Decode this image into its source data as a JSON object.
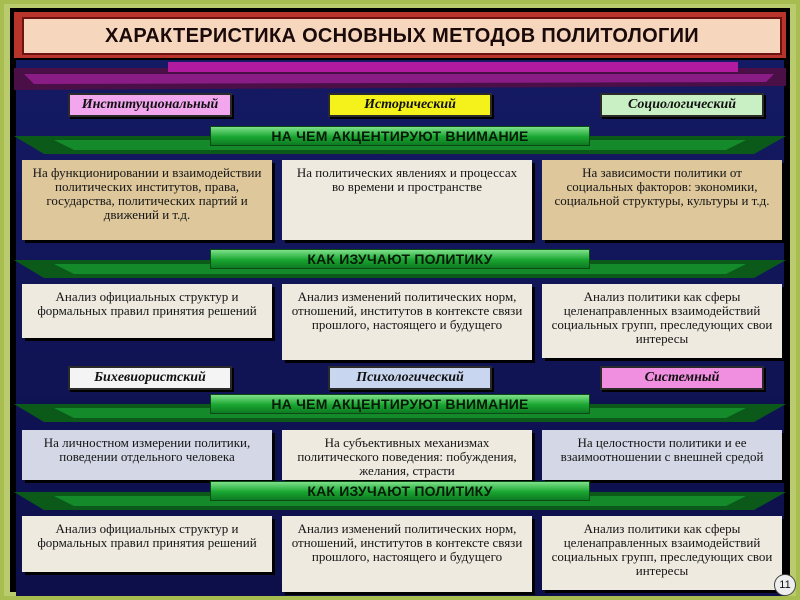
{
  "title": "ХАРАКТЕРИСТИКА ОСНОВНЫХ МЕТОДОВ ПОЛИТОЛОГИИ",
  "group1": {
    "methods": [
      "Институциональный",
      "Исторический",
      "Социологический"
    ],
    "focus_label": "НА ЧЕМ АКЦЕНТИРУЮТ ВНИМАНИЕ",
    "focus": [
      "На функционировании и взаимодействии политических институтов, права, государства, политических партий и движений и т.д.",
      "На политических явлениях и процессах во времени и пространстве",
      "На зависимости политики от социальных факторов: экономики, социальной структуры, культуры и т.д."
    ],
    "study_label": "КАК ИЗУЧАЮТ ПОЛИТИКУ",
    "study": [
      "Анализ официальных структур и формальных правил принятия решений",
      "Анализ изменений политических норм, отношений, институтов в контексте связи прошлого, настоящего и будущего",
      "Анализ политики как сферы целенаправленных взаимодействий социальных групп, преследующих свои интересы"
    ]
  },
  "group2": {
    "methods": [
      "Бихевиористский",
      "Психологический",
      "Системный"
    ],
    "focus_label": "НА ЧЕМ АКЦЕНТИРУЮТ ВНИМАНИЕ",
    "focus": [
      "На личностном измерении политики, поведении отдельного человека",
      "На субъективных механизмах политического поведения: побуждения, желания, страсти",
      "На целостности политики и ее взаимоотношении с внешней средой"
    ],
    "study_label": "КАК ИЗУЧАЮТ ПОЛИТИКУ",
    "study": [
      "Анализ официальных структур и формальных правил принятия решений",
      "Анализ изменений политических норм, отношений, институтов в контексте связи прошлого, настоящего и будущего",
      "Анализ политики как сферы целенаправленных взаимодействий социальных групп, преследующих свои интересы"
    ]
  },
  "page_number": "11",
  "colors": {
    "method_pink": "#f2a6ee",
    "method_yellow": "#f4f21a",
    "method_green": "#c9f0c4",
    "method_white": "#f4f4f4",
    "method_blue": "#c9d6f0",
    "method_pink2": "#f08ee0"
  }
}
